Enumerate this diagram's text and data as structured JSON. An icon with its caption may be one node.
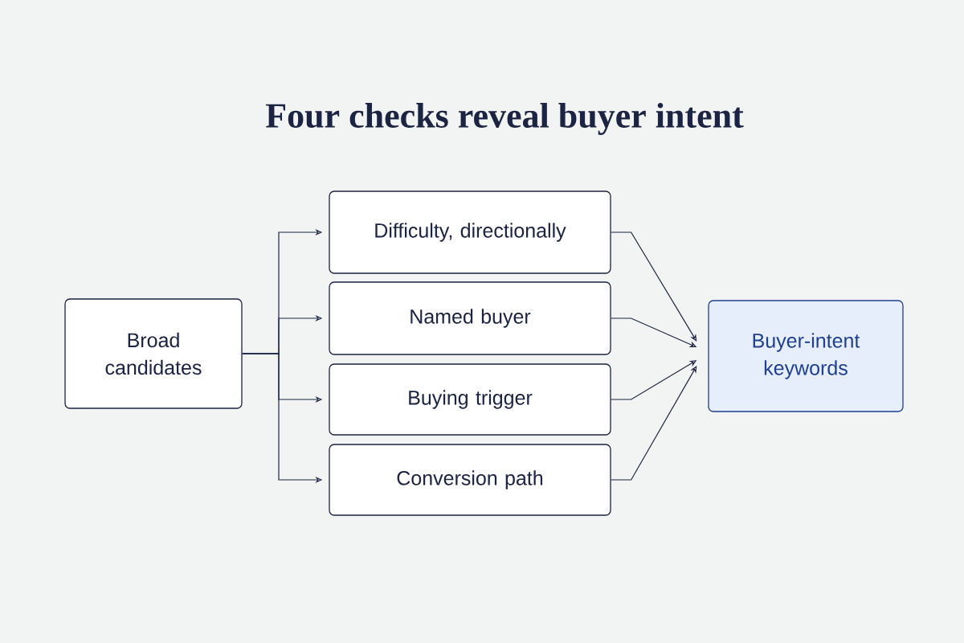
{
  "diagram": {
    "title": "Four checks reveal buyer intent",
    "nodes": [
      {
        "text": [
          "Broad candidates"
        ]
      },
      {
        "text": [
          "Difficulty, directionally"
        ]
      },
      {
        "text": [
          "Named buyer"
        ]
      },
      {
        "text": [
          "Buying trigger"
        ]
      },
      {
        "text": [
          "Conversion path"
        ]
      },
      {
        "text": [
          "Buyer-intent keywords"
        ]
      }
    ],
    "edges": [
      {
        "from": 0,
        "to": 1,
        "arrow": "to"
      },
      {
        "from": 0,
        "to": 2,
        "arrow": "to"
      },
      {
        "from": 0,
        "to": 3,
        "arrow": "to"
      },
      {
        "from": 0,
        "to": 4,
        "arrow": "to"
      },
      {
        "from": 1,
        "to": 5,
        "arrow": "to"
      },
      {
        "from": 2,
        "to": 5,
        "arrow": "to"
      },
      {
        "from": 3,
        "to": 5,
        "arrow": "to"
      },
      {
        "from": 4,
        "to": 5,
        "arrow": "to"
      }
    ]
  }
}
